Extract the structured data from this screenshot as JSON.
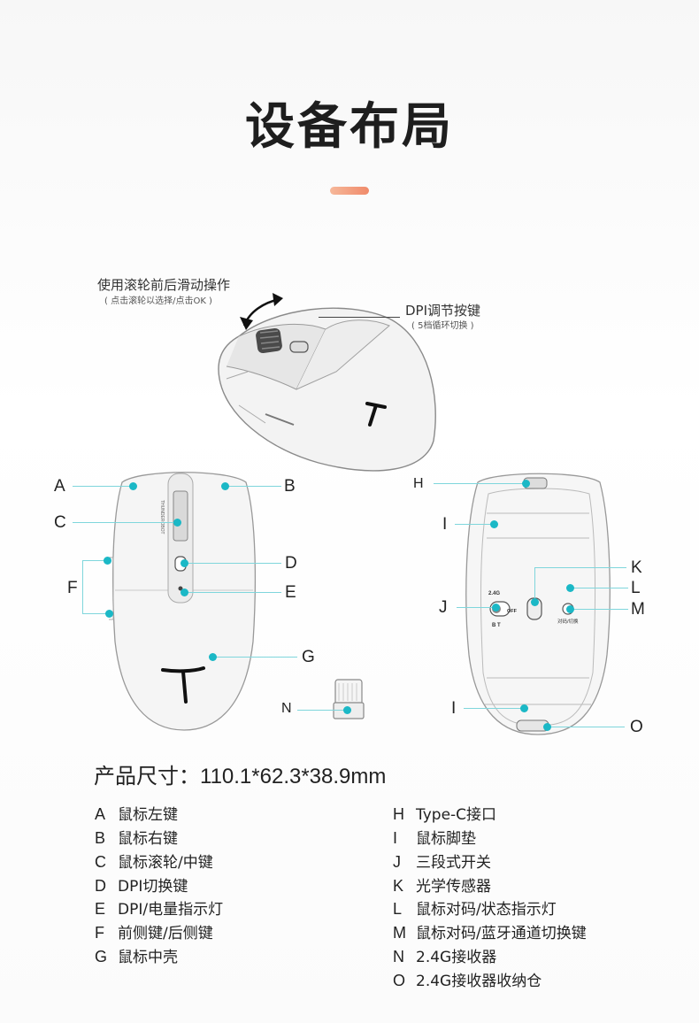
{
  "title": "设备布局",
  "colors": {
    "accent": "#f08a6a",
    "callout": "#1bb8c6"
  },
  "top_callouts": {
    "scroll": "使用滚轮前后滑动操作",
    "scroll_sub": "( 点击滚轮以选择/点击OK )",
    "dpi": "DPI调节按键",
    "dpi_sub": "( 5档循环切换 )"
  },
  "brand_text": "THUNDEROBOT",
  "bottom_markings": {
    "g24": "2.4G",
    "off": "OFF",
    "bt": "B T",
    "pair": "对码/切换"
  },
  "labels": [
    "A",
    "B",
    "C",
    "D",
    "E",
    "F",
    "G",
    "H",
    "I",
    "I",
    "J",
    "K",
    "L",
    "M",
    "N",
    "O"
  ],
  "dimensions": {
    "label": "产品尺寸：",
    "value": "110.1*62.3*38.9mm"
  },
  "legend_left": [
    {
      "key": "A",
      "text": "鼠标左键"
    },
    {
      "key": "B",
      "text": "鼠标右键"
    },
    {
      "key": "C",
      "text": "鼠标滚轮/中键"
    },
    {
      "key": "D",
      "text": "DPI切换键"
    },
    {
      "key": "E",
      "text": "DPI/电量指示灯"
    },
    {
      "key": "F",
      "text": "前侧键/后侧键"
    },
    {
      "key": "G",
      "text": "鼠标中壳"
    }
  ],
  "legend_right": [
    {
      "key": "H",
      "text": "Type-C接口"
    },
    {
      "key": "I",
      "text": "鼠标脚垫"
    },
    {
      "key": "J",
      "text": "三段式开关"
    },
    {
      "key": "K",
      "text": "光学传感器"
    },
    {
      "key": "L",
      "text": "鼠标对码/状态指示灯"
    },
    {
      "key": "M",
      "text": "鼠标对码/蓝牙通道切换键"
    },
    {
      "key": "N",
      "text": "2.4G接收器"
    },
    {
      "key": "O",
      "text": "2.4G接收器收纳仓"
    }
  ]
}
